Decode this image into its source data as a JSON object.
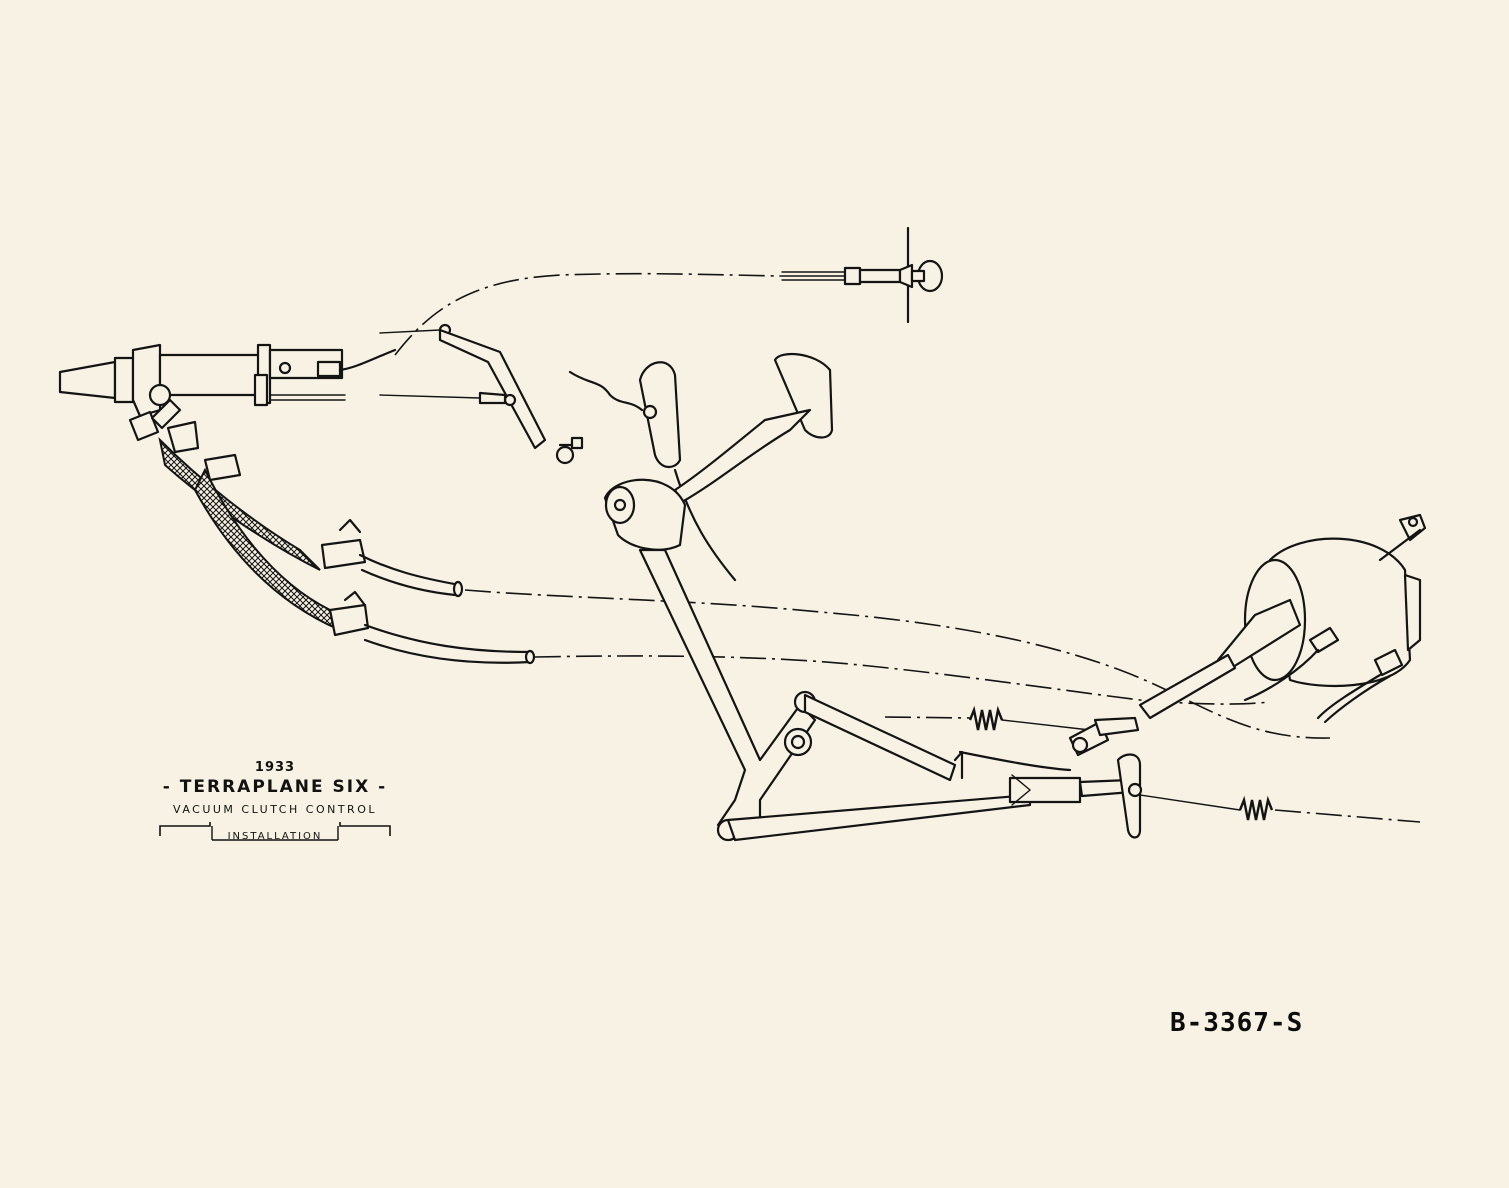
{
  "title_block": {
    "year": "1933",
    "model": "- TERRAPLANE SIX -",
    "description": "VACUUM CLUTCH CONTROL",
    "subtitle": "INSTALLATION"
  },
  "drawing_number": "B-3367-S",
  "colors": {
    "paper": "#f7f2e4",
    "ink": "#141414"
  }
}
